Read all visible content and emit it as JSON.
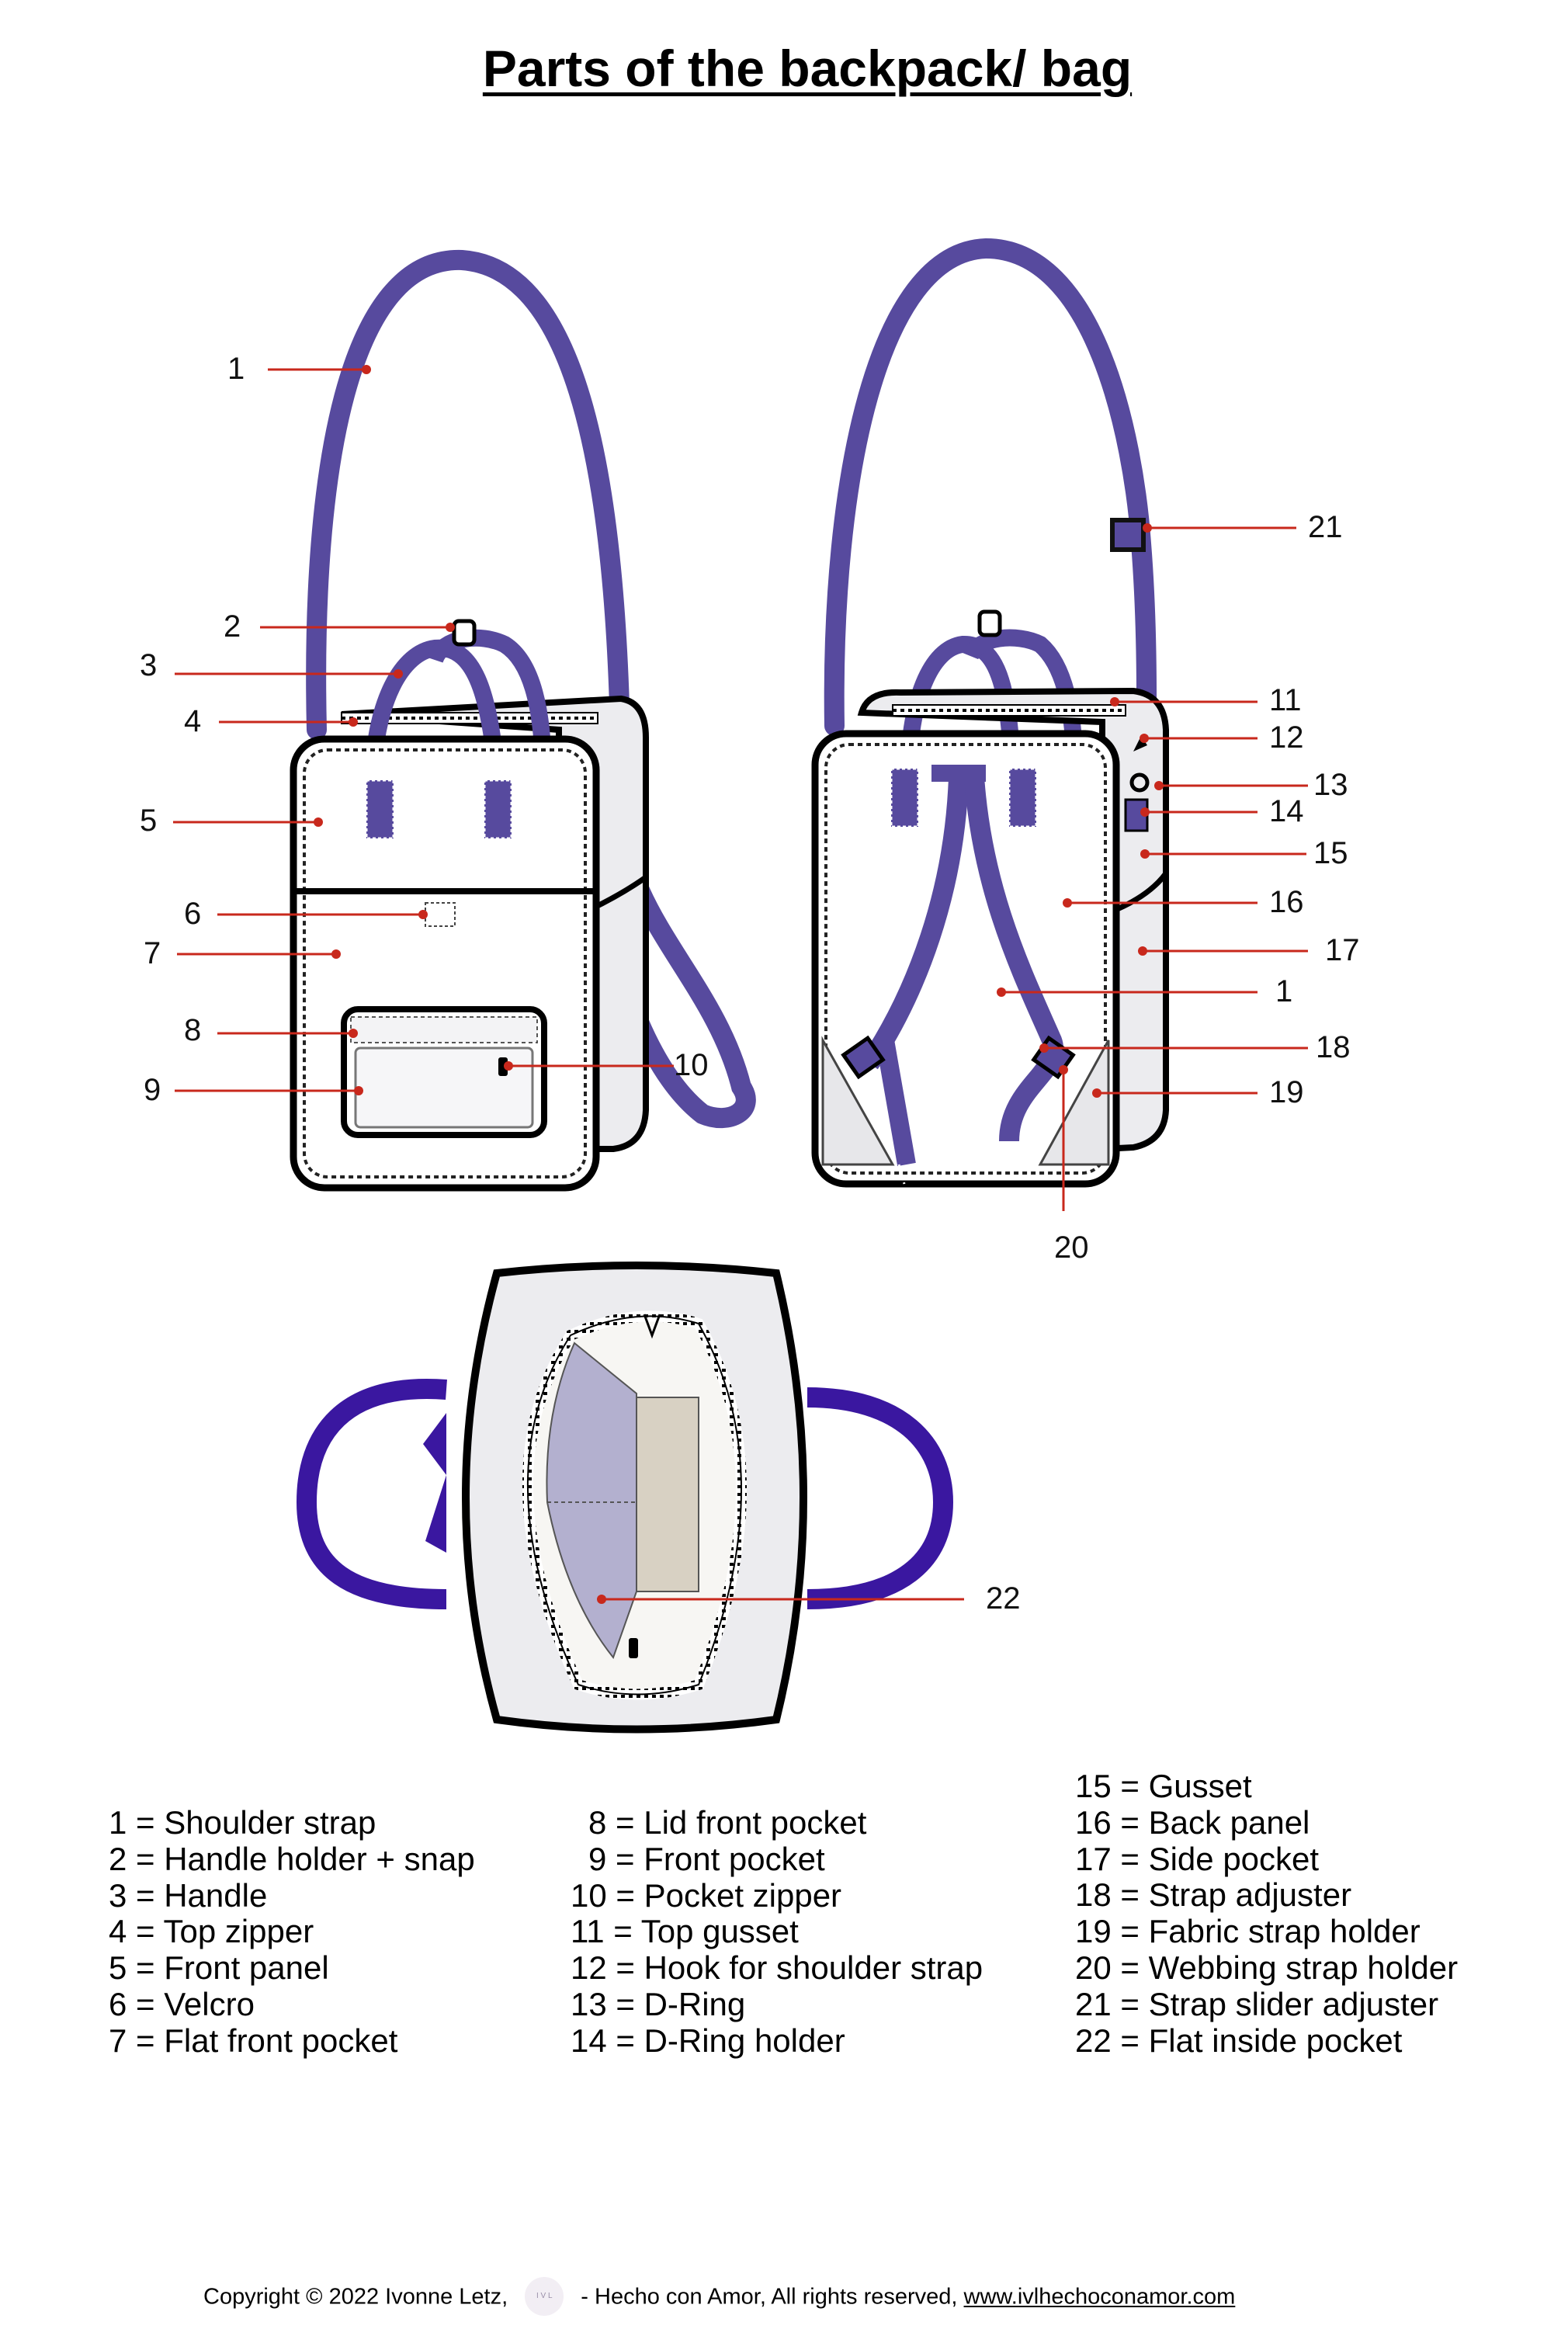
{
  "title": "Parts of the backpack/ bag",
  "callouts": [
    "1",
    "2",
    "3",
    "4",
    "5",
    "6",
    "7",
    "8",
    "9",
    "10",
    "11",
    "12",
    "13",
    "14",
    "15",
    "16",
    "17",
    "1",
    "18",
    "19",
    "20",
    "21",
    "22"
  ],
  "legend": {
    "col1": [
      "1 = Shoulder strap",
      "2 = Handle holder + snap",
      "3 = Handle",
      "4 = Top zipper",
      "5 = Front panel",
      "6 = Velcro",
      "7 = Flat front pocket"
    ],
    "col2": [
      "8 = Lid front pocket",
      "9 = Front pocket",
      "10 = Pocket zipper",
      "11 = Top gusset",
      "12 = Hook for shoulder strap",
      "13 = D-Ring",
      "14 = D-Ring holder"
    ],
    "col3": [
      "15 = Gusset",
      "16 = Back panel",
      "17 = Side pocket",
      "18 = Strap adjuster",
      "19 = Fabric strap holder",
      "20 = Webbing strap holder",
      "21 = Strap slider adjuster",
      "22 = Flat inside pocket"
    ]
  },
  "footer": {
    "copyright": "Copyright © 2022 Ivonne Letz,",
    "logo_text": "I V L",
    "separator": "-",
    "tagline": "Hecho con Amor, All rights reserved,",
    "link": "www.ivlhechoconamor.com"
  },
  "colors": {
    "strap": "#574a9e",
    "strap_dark": "#3a17a0",
    "callout_line": "#c8281c",
    "inner_pocket": "#b3b0cf",
    "inner_lining": "#d8d1c3"
  }
}
